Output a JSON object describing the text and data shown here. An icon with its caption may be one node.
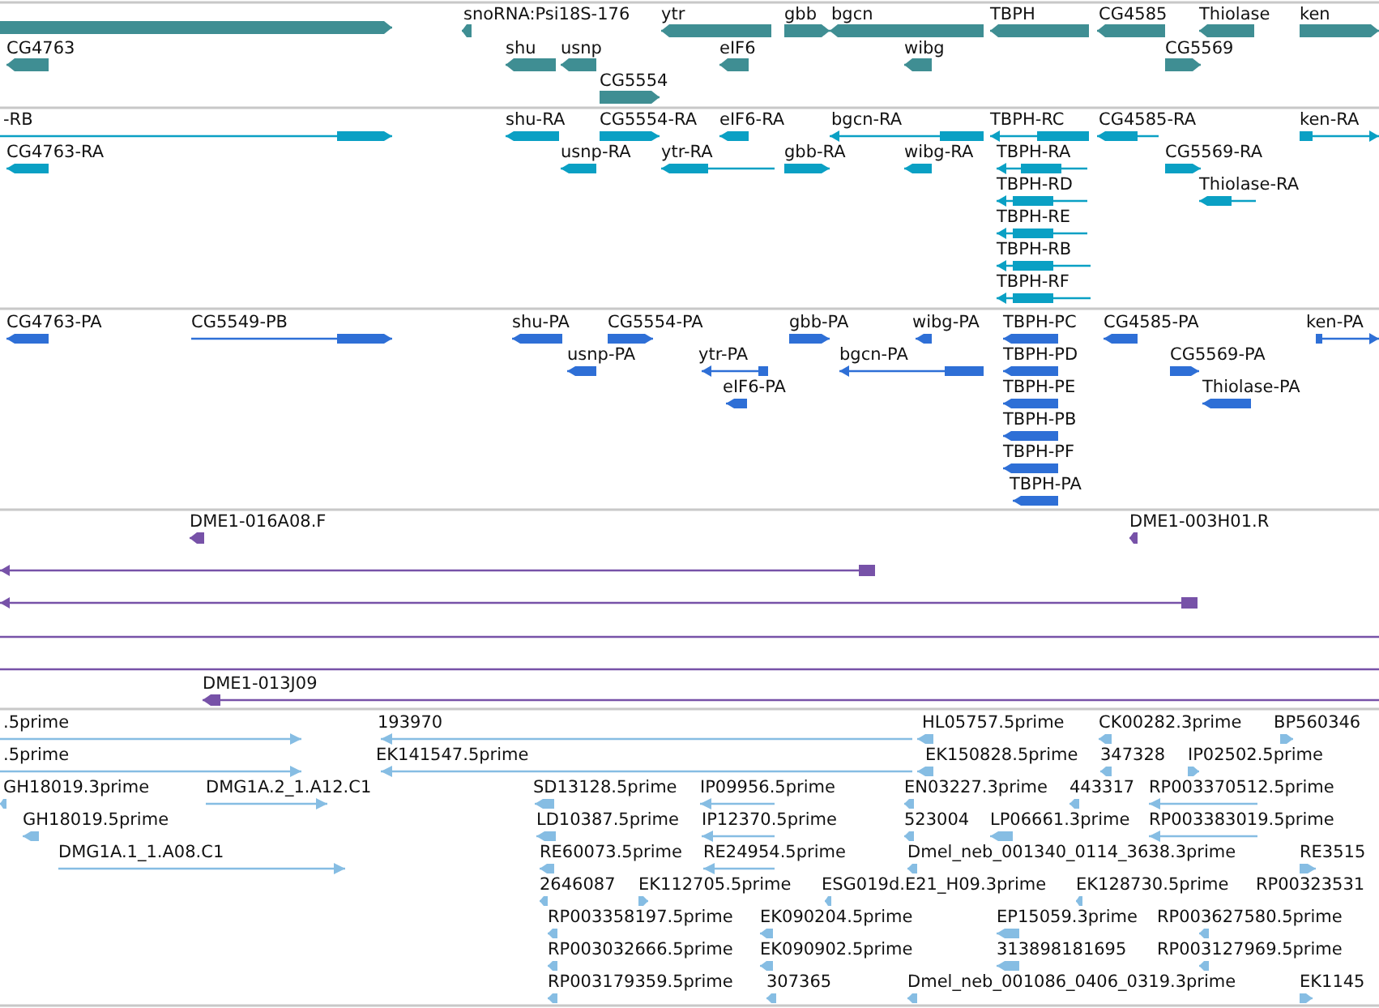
{
  "diagram": {
    "labels": [
      "snoRNA:Psi18S-176",
      "ytr",
      "gbb",
      "bgcn",
      "TBPH",
      "CG4585",
      "Thiolase",
      "ken",
      "CG4763",
      "shu",
      "usnp",
      "eIF6",
      "wibg",
      "CG5569",
      "CG5554",
      "-RB",
      "shu-RA",
      "CG5554-RA",
      "eIF6-RA",
      "bgcn-RA",
      "TBPH-RC",
      "CG4585-RA",
      "ken-RA",
      "CG4763-RA",
      "usnp-RA",
      "ytr-RA",
      "gbb-RA",
      "wibg-RA",
      "TBPH-RA",
      "CG5569-RA",
      "TBPH-RD",
      "Thiolase-RA",
      "TBPH-RE",
      "TBPH-RB",
      "TBPH-RF",
      "CG4763-PA",
      "CG5549-PB",
      "shu-PA",
      "CG5554-PA",
      "gbb-PA",
      "wibg-PA",
      "TBPH-PC",
      "CG4585-PA",
      "ken-PA",
      "usnp-PA",
      "ytr-PA",
      "bgcn-PA",
      "TBPH-PD",
      "CG5569-PA",
      "eIF6-PA",
      "TBPH-PE",
      "Thiolase-PA",
      "TBPH-PB",
      "TBPH-PF",
      "TBPH-PA",
      "DME1-016A08.F",
      "DME1-003H01.R",
      "DME1-013J09",
      ".5prime",
      "193970",
      "HL05757.5prime",
      "CK00282.3prime",
      "BP560346",
      ".5prime",
      "EK141547.5prime",
      "EK150828.5prime",
      "347328",
      "IP02502.5prime",
      "GH18019.3prime",
      "DMG1A.2_1.A12.C1",
      "SD13128.5prime",
      "IP09956.5prime",
      "EN03227.3prime",
      "443317",
      "RP003370512.5prime",
      "GH18019.5prime",
      "LD10387.5prime",
      "IP12370.5prime",
      "523004",
      "LP06661.3prime",
      "RP003383019.5prime",
      "DMG1A.1_1.A08.C1",
      "RE60073.5prime",
      "RE24954.5prime",
      "Dmel_neb_001340_0114_3638.3prime",
      "RE3515",
      "2646087",
      "EK112705.5prime",
      "ESG019d.E21_H09.3prime",
      "EK128730.5prime",
      "RP00323531",
      "RP003358197.5prime",
      "EK090204.5prime",
      "EP15059.3prime",
      "RP003627580.5prime",
      "RP003032666.5prime",
      "EK090902.5prime",
      "313898181695",
      "RP003127969.5prime",
      "RP003179359.5prime",
      "307365",
      "Dmel_neb_001086_0406_0319.3prime",
      "EK1145"
    ]
  }
}
